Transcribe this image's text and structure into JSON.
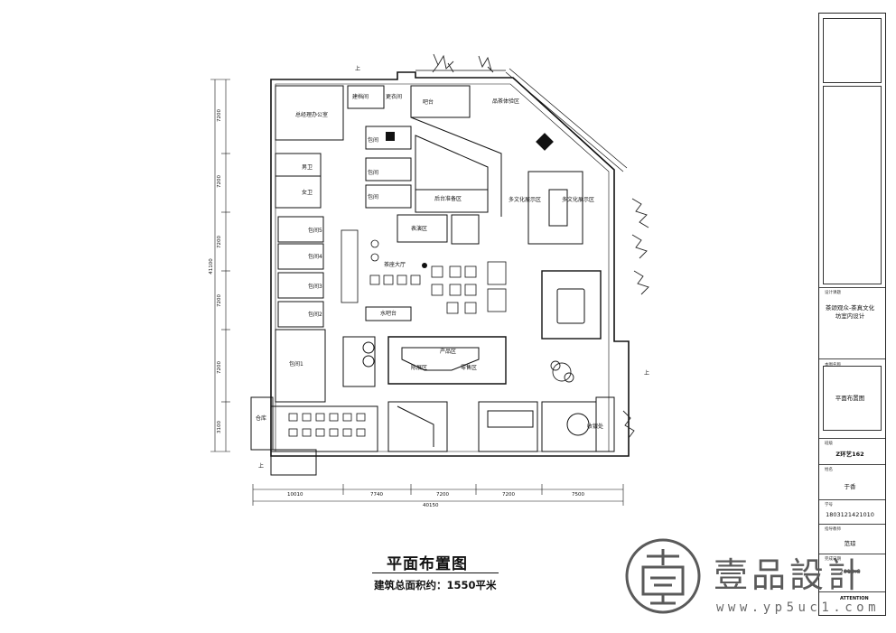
{
  "drawing": {
    "caption_title": "平面布置图",
    "caption_area": "建筑总面积约：1550平米"
  },
  "rooms": {
    "general_manager_office": "总经理办公室",
    "tea_tasting_area": "品茶体验区",
    "archive_room": "建档间",
    "changing_room": "更衣间",
    "bar": "吧台",
    "room_a1": "包间",
    "room_a2": "包间",
    "room_a3": "包间",
    "backstage_prep": "后台准备区",
    "multicultural_display": "多文化展示区",
    "multicultural_display_2": "多文化展示区",
    "performance_area": "表演区",
    "tea_hall": "茶座大厅",
    "water_bar": "水吧台",
    "restroom_m": "男卫",
    "restroom_f": "女卫",
    "private_room_1": "包间1",
    "private_room_2": "包间2",
    "private_room_3": "包间3",
    "private_room_4": "包间4",
    "private_room_5": "包间5",
    "retail_area": "零售区",
    "display_area": "陈展区",
    "product_area": "产品区",
    "reception": "收银处",
    "side_room": "仓库"
  },
  "dimensions": {
    "vertical": [
      "7200",
      "7200",
      "7200",
      "7200",
      "7200",
      "3100"
    ],
    "vertical_total": "41100",
    "horizontal": [
      "10010",
      "7740",
      "7200",
      "7200",
      "7500"
    ],
    "horizontal_total": "40150"
  },
  "markers": {
    "up1": "上",
    "up2": "上",
    "up3": "上"
  },
  "title_block": {
    "course_label": "设计课题",
    "course_value": "茶颂观众-茶真文化坊室内设计",
    "sheet_label": "本图名称",
    "sheet_value": "平面布置图",
    "class_label": "班级",
    "class_value": "Z环艺162",
    "name_label": "姓名",
    "name_value": "于香",
    "id_label": "学号",
    "id_value": "1803121421010",
    "teacher_label": "指导教师",
    "teacher_value": "范琼",
    "date_label": "完成日期",
    "date_value": "2019.6"
  },
  "brand": {
    "name": "壹品設計",
    "url": "www.yp5uc1.com",
    "attention": "ATTENTION"
  },
  "colors": {
    "line": "#111111",
    "logo": "#5a5a5a"
  }
}
